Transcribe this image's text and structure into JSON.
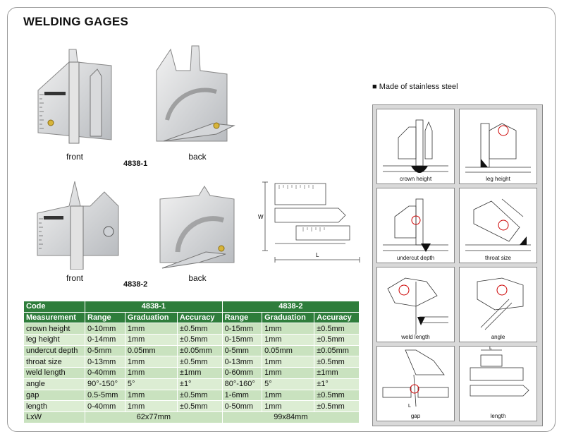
{
  "title": "WELDING GAGES",
  "photos": {
    "front_label_1": "front",
    "back_label_1": "back",
    "model_1": "4838-1",
    "front_label_2": "front",
    "back_label_2": "back",
    "model_2": "4838-2"
  },
  "dimension_labels": {
    "width": "W",
    "length": "L"
  },
  "bullet": "Made of stainless steel",
  "diagrams": [
    "crown height",
    "leg height",
    "undercut depth",
    "throat size",
    "weld length",
    "angle",
    "gap",
    "length"
  ],
  "diagram_marks": {
    "gap_L": "L",
    "length_L": "L"
  },
  "table": {
    "code_label": "Code",
    "model_1": "4838-1",
    "model_2": "4838-2",
    "columns": [
      "Measurement",
      "Range",
      "Graduation",
      "Accuracy",
      "Range",
      "Graduation",
      "Accuracy"
    ],
    "rows": [
      [
        "crown height",
        "0-10mm",
        "1mm",
        "±0.5mm",
        "0-15mm",
        "1mm",
        "±0.5mm"
      ],
      [
        "leg height",
        "0-14mm",
        "1mm",
        "±0.5mm",
        "0-15mm",
        "1mm",
        "±0.5mm"
      ],
      [
        "undercut depth",
        "0-5mm",
        "0.05mm",
        "±0.05mm",
        "0-5mm",
        "0.05mm",
        "±0.05mm"
      ],
      [
        "throat size",
        "0-13mm",
        "1mm",
        "±0.5mm",
        "0-13mm",
        "1mm",
        "±0.5mm"
      ],
      [
        "weld length",
        "0-40mm",
        "1mm",
        "±1mm",
        "0-60mm",
        "1mm",
        "±1mm"
      ],
      [
        "angle",
        "90°-150°",
        "5°",
        "±1°",
        "80°-160°",
        "5°",
        "±1°"
      ],
      [
        "gap",
        "0.5-5mm",
        "1mm",
        "±0.5mm",
        "1-6mm",
        "1mm",
        "±0.5mm"
      ],
      [
        "length",
        "0-40mm",
        "1mm",
        "±0.5mm",
        "0-50mm",
        "1mm",
        "±0.5mm"
      ]
    ],
    "lxw_label": "LxW",
    "lxw_1": "62x77mm",
    "lxw_2": "99x84mm"
  }
}
